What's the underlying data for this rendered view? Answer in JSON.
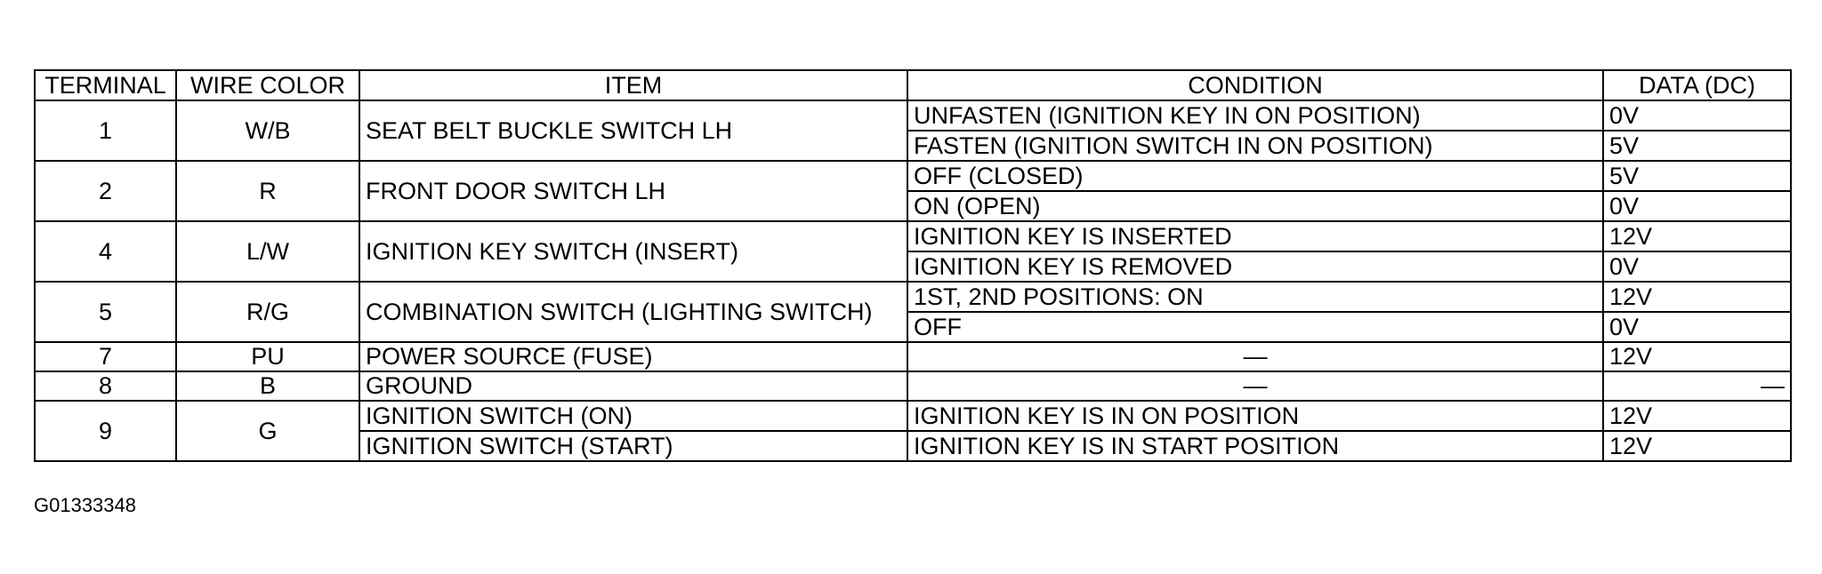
{
  "table": {
    "headers": [
      "TERMINAL",
      "WIRE COLOR",
      "ITEM",
      "CONDITION",
      "DATA (DC)"
    ],
    "rows": [
      {
        "terminal": "1",
        "wire_color": "W/B",
        "item": "SEAT BELT BUCKLE SWITCH LH",
        "conditions": [
          {
            "condition": "UNFASTEN (IGNITION KEY IN ON POSITION)",
            "data": "0V"
          },
          {
            "condition": "FASTEN (IGNITION SWITCH IN ON POSITION)",
            "data": "5V"
          }
        ]
      },
      {
        "terminal": "2",
        "wire_color": "R",
        "item": "FRONT DOOR SWITCH LH",
        "conditions": [
          {
            "condition": "OFF (CLOSED)",
            "data": "5V"
          },
          {
            "condition": "ON (OPEN)",
            "data": "0V"
          }
        ]
      },
      {
        "terminal": "4",
        "wire_color": "L/W",
        "item": "IGNITION KEY SWITCH (INSERT)",
        "conditions": [
          {
            "condition": "IGNITION KEY IS INSERTED",
            "data": "12V"
          },
          {
            "condition": "IGNITION KEY IS REMOVED",
            "data": "0V"
          }
        ]
      },
      {
        "terminal": "5",
        "wire_color": "R/G",
        "item": "COMBINATION SWITCH (LIGHTING SWITCH)",
        "conditions": [
          {
            "condition": "1ST, 2ND POSITIONS: ON",
            "data": "12V"
          },
          {
            "condition": "OFF",
            "data": "0V"
          }
        ]
      },
      {
        "terminal": "7",
        "wire_color": "PU",
        "item": "POWER SOURCE (FUSE)",
        "conditions": [
          {
            "condition": "—",
            "data": "12V"
          }
        ]
      },
      {
        "terminal": "8",
        "wire_color": "B",
        "item": "GROUND",
        "conditions": [
          {
            "condition": "—",
            "data": "—"
          }
        ]
      },
      {
        "terminal": "9",
        "wire_color": "G",
        "sub_items": [
          {
            "item": "IGNITION SWITCH (ON)",
            "condition": "IGNITION KEY IS IN ON POSITION",
            "data": "12V"
          },
          {
            "item": "IGNITION SWITCH (START)",
            "condition": "IGNITION KEY IS IN START POSITION",
            "data": "12V"
          }
        ]
      }
    ]
  },
  "caption": "G01333348"
}
